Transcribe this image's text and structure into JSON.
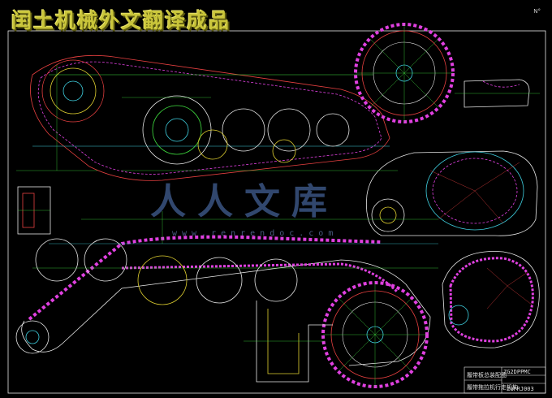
{
  "banner": {
    "title": "闰土机械外文翻译成品"
  },
  "watermark": {
    "text": "人人文库",
    "url": "www.renrendoc.com"
  },
  "title_block": {
    "code": "ZG2DPPMC",
    "line1": "履带板总装配图",
    "line2": "履带拖拉机行走机构",
    "drawing_no": "ZGFRJ003"
  },
  "corner_mark": "N°",
  "colors": {
    "cyan": "#3fd0e0",
    "magenta": "#e040e0",
    "green": "#40e040",
    "red": "#e84040",
    "yellow": "#e0d030",
    "white": "#e8e8e8",
    "blue": "#4070ff"
  }
}
